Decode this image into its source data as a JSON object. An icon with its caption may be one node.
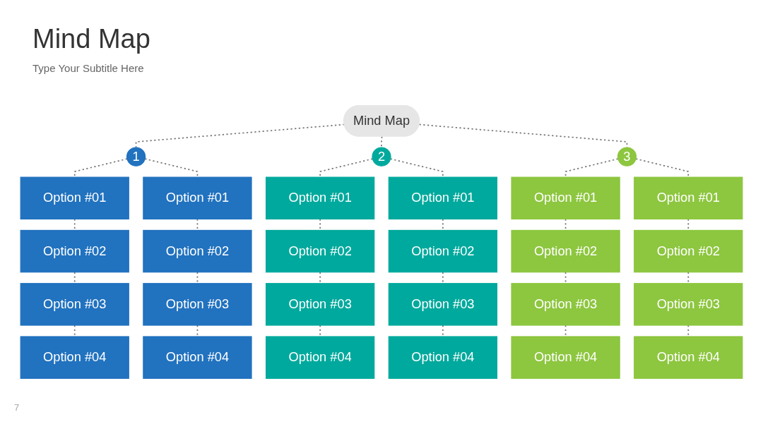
{
  "diagram": {
    "title": "Mind Map",
    "nodes": [
      {
        "text": [
          "Mind Map"
        ]
      },
      {
        "text": [
          "1"
        ]
      },
      {
        "text": [
          "2"
        ]
      },
      {
        "text": [
          "3"
        ]
      },
      {
        "text": [
          "Option #01"
        ]
      },
      {
        "text": [
          "Option #02"
        ]
      },
      {
        "text": [
          "Option #03"
        ]
      },
      {
        "text": [
          "Option #04"
        ]
      },
      {
        "text": [
          "Option #01"
        ]
      },
      {
        "text": [
          "Option #02"
        ]
      },
      {
        "text": [
          "Option #03"
        ]
      },
      {
        "text": [
          "Option #04"
        ]
      },
      {
        "text": [
          "Option #01"
        ]
      },
      {
        "text": [
          "Option #02"
        ]
      },
      {
        "text": [
          "Option #03"
        ]
      },
      {
        "text": [
          "Option #04"
        ]
      },
      {
        "text": [
          "Option #01"
        ]
      },
      {
        "text": [
          "Option #02"
        ]
      },
      {
        "text": [
          "Option #03"
        ]
      },
      {
        "text": [
          "Option #04"
        ]
      },
      {
        "text": [
          "Option #01"
        ]
      },
      {
        "text": [
          "Option #02"
        ]
      },
      {
        "text": [
          "Option #03"
        ]
      },
      {
        "text": [
          "Option #04"
        ]
      },
      {
        "text": [
          "Option #01"
        ]
      },
      {
        "text": [
          "Option #02"
        ]
      },
      {
        "text": [
          "Option #03"
        ]
      },
      {
        "text": [
          "Option #04"
        ]
      }
    ],
    "edges": [
      {
        "from": 0,
        "to": 1,
        "arrow": "none",
        "style": "dashed"
      },
      {
        "from": 0,
        "to": 2,
        "arrow": "none",
        "style": "dashed"
      },
      {
        "from": 0,
        "to": 3,
        "arrow": "none",
        "style": "dashed"
      },
      {
        "from": 1,
        "to": 4,
        "arrow": "none",
        "style": "dashed"
      },
      {
        "from": 4,
        "to": 5,
        "arrow": "none",
        "style": "dashed"
      },
      {
        "from": 5,
        "to": 6,
        "arrow": "none",
        "style": "dashed"
      },
      {
        "from": 6,
        "to": 7,
        "arrow": "none",
        "style": "dashed"
      },
      {
        "from": 1,
        "to": 8,
        "arrow": "none",
        "style": "dashed"
      },
      {
        "from": 8,
        "to": 9,
        "arrow": "none",
        "style": "dashed"
      },
      {
        "from": 9,
        "to": 10,
        "arrow": "none",
        "style": "dashed"
      },
      {
        "from": 10,
        "to": 11,
        "arrow": "none",
        "style": "dashed"
      },
      {
        "from": 2,
        "to": 12,
        "arrow": "none",
        "style": "dashed"
      },
      {
        "from": 12,
        "to": 13,
        "arrow": "none",
        "style": "dashed"
      },
      {
        "from": 13,
        "to": 14,
        "arrow": "none",
        "style": "dashed"
      },
      {
        "from": 14,
        "to": 15,
        "arrow": "none",
        "style": "dashed"
      },
      {
        "from": 2,
        "to": 16,
        "arrow": "none",
        "style": "dashed"
      },
      {
        "from": 16,
        "to": 17,
        "arrow": "none",
        "style": "dashed"
      },
      {
        "from": 17,
        "to": 18,
        "arrow": "none",
        "style": "dashed"
      },
      {
        "from": 18,
        "to": 19,
        "arrow": "none",
        "style": "dashed"
      },
      {
        "from": 3,
        "to": 20,
        "arrow": "none",
        "style": "dashed"
      },
      {
        "from": 20,
        "to": 21,
        "arrow": "none",
        "style": "dashed"
      },
      {
        "from": 21,
        "to": 22,
        "arrow": "none",
        "style": "dashed"
      },
      {
        "from": 22,
        "to": 23,
        "arrow": "none",
        "style": "dashed"
      },
      {
        "from": 3,
        "to": 24,
        "arrow": "none",
        "style": "dashed"
      },
      {
        "from": 24,
        "to": 25,
        "arrow": "none",
        "style": "dashed"
      },
      {
        "from": 25,
        "to": 26,
        "arrow": "none",
        "style": "dashed"
      },
      {
        "from": 26,
        "to": 27,
        "arrow": "none",
        "style": "dashed"
      }
    ],
    "labels": [
      "Type Your Subtitle Here",
      "7"
    ]
  }
}
